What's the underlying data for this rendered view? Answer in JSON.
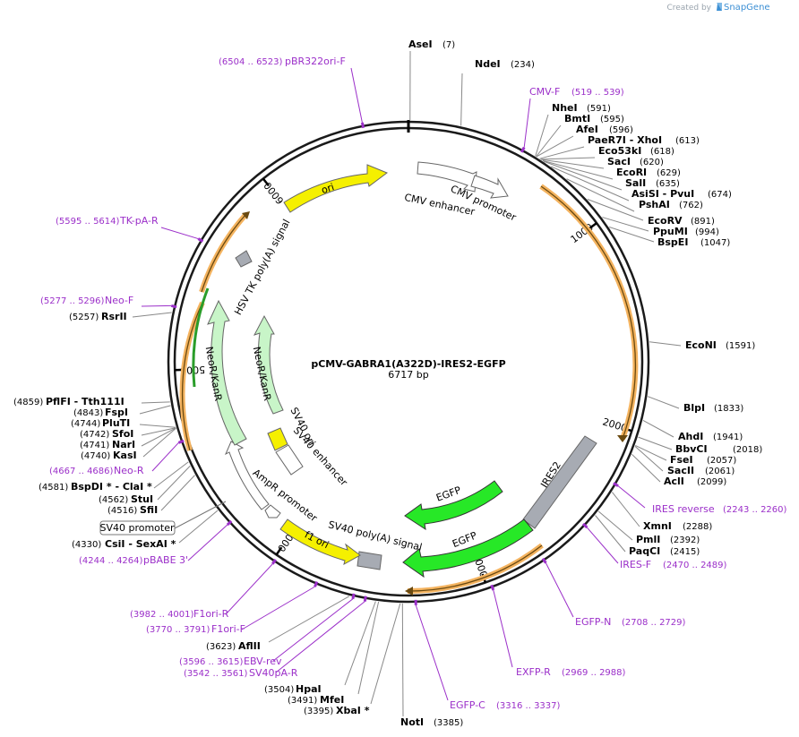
{
  "header": {
    "created_by": "Created by",
    "brand": "SnapGene"
  },
  "plasmid": {
    "name": "pCMV-GABRA1(A322D)-IRES2-EGFP",
    "size": "6717 bp",
    "length_bp": 6717
  },
  "colors": {
    "backbone": "#1a1a1a",
    "primer": "#9b2fc9",
    "orf_fill": "#f4b35f",
    "promoter_fill": "#ffffff",
    "ori_fill": "#f5f000",
    "egfp_fill": "#27e827",
    "neo_fill": "#c8f5c8",
    "ires_fill": "#a7abb3",
    "polyA_fill": "#a7abb3"
  },
  "ticks": [
    {
      "label": "1000",
      "bp": 1000
    },
    {
      "label": "2000",
      "bp": 2000
    },
    {
      "label": "3000",
      "bp": 3000
    },
    {
      "label": "4000",
      "bp": 4000
    },
    {
      "label": "5000",
      "bp": 5000
    },
    {
      "label": "6000",
      "bp": 6000
    }
  ],
  "enzymes": [
    {
      "name": "AseI",
      "pos": "(7)",
      "bp": 7
    },
    {
      "name": "NdeI",
      "pos": "(234)",
      "bp": 234
    },
    {
      "name": "NheI",
      "pos": "(591)",
      "bp": 591
    },
    {
      "name": "BmtI",
      "pos": "(595)",
      "bp": 595
    },
    {
      "name": "AfeI",
      "pos": "(596)",
      "bp": 596
    },
    {
      "name": "PaeR7I - XhoI",
      "pos": "(613)",
      "bp": 613
    },
    {
      "name": "Eco53kI",
      "pos": "(618)",
      "bp": 618
    },
    {
      "name": "SacI",
      "pos": "(620)",
      "bp": 620
    },
    {
      "name": "EcoRI",
      "pos": "(629)",
      "bp": 629
    },
    {
      "name": "SalI",
      "pos": "(635)",
      "bp": 635
    },
    {
      "name": "AsiSI - PvuI",
      "pos": "(674)",
      "bp": 674
    },
    {
      "name": "PshAI",
      "pos": "(762)",
      "bp": 762
    },
    {
      "name": "EcoRV",
      "pos": "(891)",
      "bp": 891
    },
    {
      "name": "PpuMI",
      "pos": "(994)",
      "bp": 994
    },
    {
      "name": "BspEI",
      "pos": "(1047)",
      "bp": 1047
    },
    {
      "name": "EcoNI",
      "pos": "(1591)",
      "bp": 1591
    },
    {
      "name": "BlpI",
      "pos": "(1833)",
      "bp": 1833
    },
    {
      "name": "AhdI",
      "pos": "(1941)",
      "bp": 1941
    },
    {
      "name": "BbvCI",
      "pos": "(2018)",
      "bp": 2018
    },
    {
      "name": "FseI",
      "pos": "(2057)",
      "bp": 2057
    },
    {
      "name": "SacII",
      "pos": "(2061)",
      "bp": 2061
    },
    {
      "name": "AclI",
      "pos": "(2099)",
      "bp": 2099
    },
    {
      "name": "XmnI",
      "pos": "(2288)",
      "bp": 2288
    },
    {
      "name": "PmlI",
      "pos": "(2392)",
      "bp": 2392
    },
    {
      "name": "PaqCI",
      "pos": "(2415)",
      "bp": 2415
    },
    {
      "name": "NotI",
      "pos": "(3385)",
      "bp": 3385
    },
    {
      "name": "XbaI *",
      "pos": "(3395)",
      "bp": 3395
    },
    {
      "name": "MfeI",
      "pos": "(3491)",
      "bp": 3491
    },
    {
      "name": "HpaI",
      "pos": "(3504)",
      "bp": 3504
    },
    {
      "name": "AflII",
      "pos": "(3623)",
      "bp": 3623
    },
    {
      "name": "CsiI - SexAI *",
      "pos": "(4330)",
      "bp": 4330
    },
    {
      "name": "SfiI",
      "pos": "(4516)",
      "bp": 4516
    },
    {
      "name": "StuI",
      "pos": "(4562)",
      "bp": 4562
    },
    {
      "name": "BspDI * - ClaI *",
      "pos": "(4581)",
      "bp": 4581
    },
    {
      "name": "KasI",
      "pos": "(4740)",
      "bp": 4740
    },
    {
      "name": "NarI",
      "pos": "(4741)",
      "bp": 4741
    },
    {
      "name": "SfoI",
      "pos": "(4742)",
      "bp": 4742
    },
    {
      "name": "PluTI",
      "pos": "(4744)",
      "bp": 4744
    },
    {
      "name": "FspI",
      "pos": "(4843)",
      "bp": 4843
    },
    {
      "name": "PflFI - Tth111I",
      "pos": "(4859)",
      "bp": 4859
    },
    {
      "name": "RsrII",
      "pos": "(5257)",
      "bp": 5257
    }
  ],
  "primers": [
    {
      "name": "pBR322ori-F",
      "range": "(6504 .. 6523)",
      "bp": 6513
    },
    {
      "name": "CMV-F",
      "range": "(519 .. 539)",
      "bp": 529
    },
    {
      "name": "TK-pA-R",
      "range": "(5595 .. 5614)",
      "bp": 5604
    },
    {
      "name": "Neo-F",
      "range": "(5277 .. 5296)",
      "bp": 5286
    },
    {
      "name": "Neo-R",
      "range": "(4667 .. 4686)",
      "bp": 4676
    },
    {
      "name": "pBABE 3'",
      "range": "(4244 .. 4264)",
      "bp": 4254
    },
    {
      "name": "F1ori-R",
      "range": "(3982 .. 4001)",
      "bp": 3991
    },
    {
      "name": "F1ori-F",
      "range": "(3770 .. 3791)",
      "bp": 3780
    },
    {
      "name": "EBV-rev",
      "range": "(3596 .. 3615)",
      "bp": 3605
    },
    {
      "name": "SV40pA-R",
      "range": "(3542 .. 3561)",
      "bp": 3551
    },
    {
      "name": "EGFP-C",
      "range": "(3316 .. 3337)",
      "bp": 3326
    },
    {
      "name": "EXFP-R",
      "range": "(2969 .. 2988)",
      "bp": 2978
    },
    {
      "name": "EGFP-N",
      "range": "(2708 .. 2729)",
      "bp": 2718
    },
    {
      "name": "IRES-F",
      "range": "(2470 .. 2489)",
      "bp": 2479
    },
    {
      "name": "IRES reverse",
      "range": "(2243 .. 2260)",
      "bp": 2251
    }
  ],
  "boxed_label": "SV40 promoter",
  "features": [
    {
      "name": "CMV enhancer"
    },
    {
      "name": "CMV promoter"
    },
    {
      "name": "IRES2"
    },
    {
      "name": "EGFP"
    },
    {
      "name": "EGFP"
    },
    {
      "name": "SV40 poly(A) signal"
    },
    {
      "name": "f1 ori"
    },
    {
      "name": "AmpR promoter"
    },
    {
      "name": "SV40 ori"
    },
    {
      "name": "SV40 enhancer"
    },
    {
      "name": "NeoR/KanR"
    },
    {
      "name": "NeoR/KanR"
    },
    {
      "name": "HSV TK poly(A) signal"
    },
    {
      "name": "ori"
    }
  ]
}
